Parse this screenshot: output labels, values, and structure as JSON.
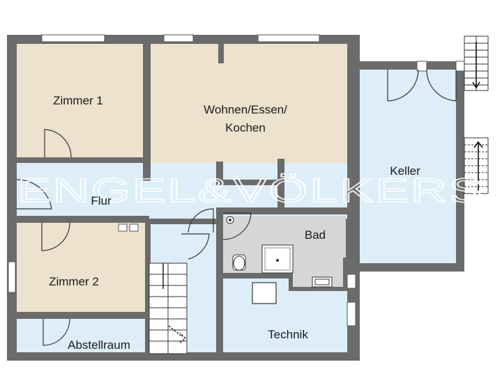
{
  "watermark": "ENGEL&VÖLKERS",
  "rooms": {
    "zimmer1": "Zimmer 1",
    "wohnen_line1": "Wohnen/Essen/",
    "wohnen_line2": "Kochen",
    "keller": "Keller",
    "flur": "Flur",
    "bad": "Bad",
    "zimmer2": "Zimmer 2",
    "abstellraum": "Abstellraum",
    "technik": "Technik"
  },
  "colors": {
    "wall": "#6b6b6b",
    "room_beige": "#ede2cd",
    "room_blue": "#ddeef8",
    "bath_grey": "#d6d6d6"
  }
}
